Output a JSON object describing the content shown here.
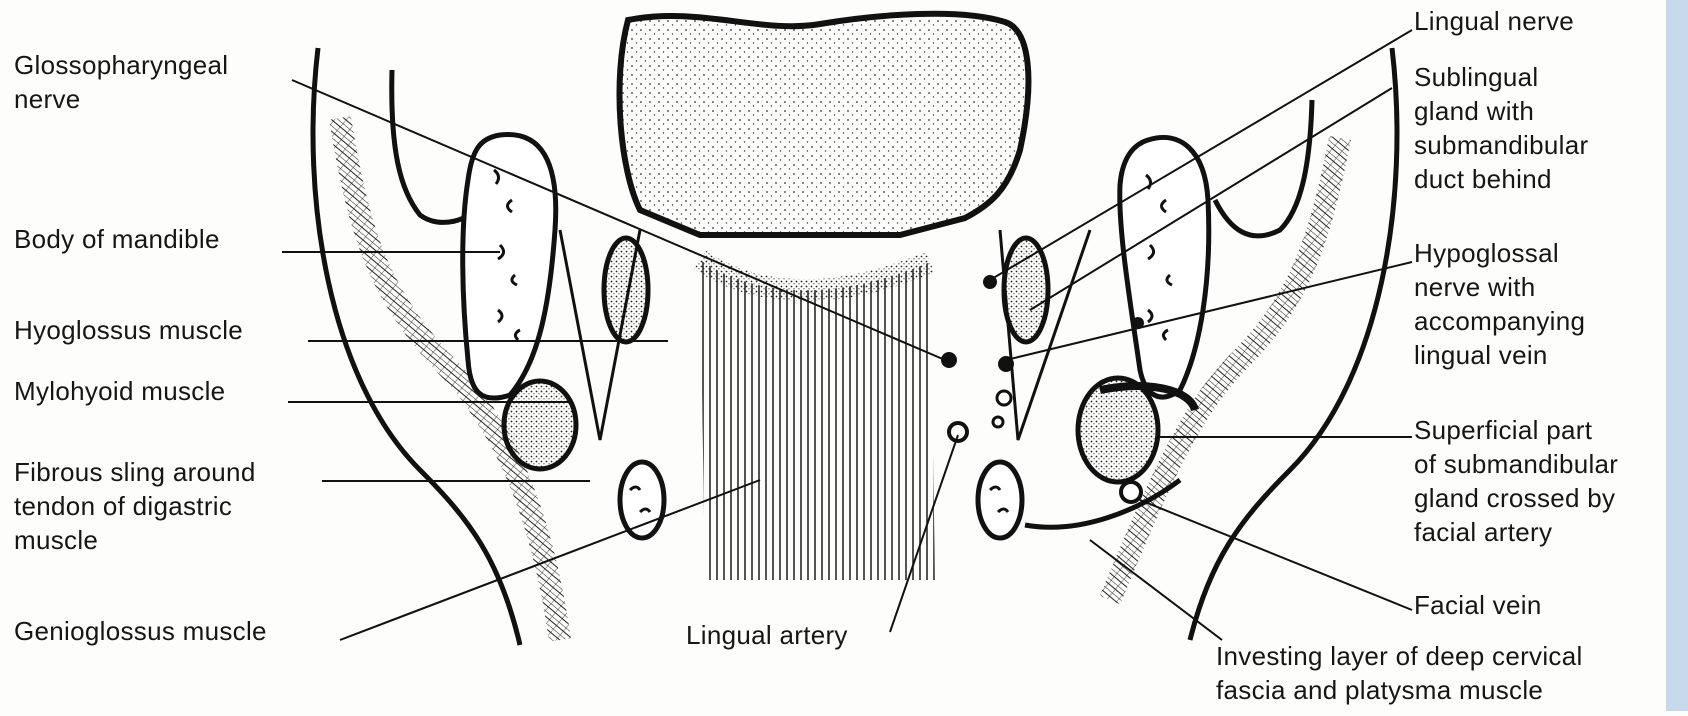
{
  "figure": {
    "labels": {
      "glossopharyngeal": "Glossopharyngeal\nnerve",
      "body_of_mandible": "Body of mandible",
      "hyoglossus": "Hyoglossus muscle",
      "mylohyoid": "Mylohyoid muscle",
      "fibrous_sling": "Fibrous sling around\ntendon of digastric\nmuscle",
      "genioglossus": "Genioglossus muscle",
      "lingual_artery": "Lingual artery",
      "lingual_nerve": "Lingual nerve",
      "sublingual_gland": "Sublingual\ngland with\nsubmandibular\nduct behind",
      "hypoglossal": "Hypoglossal\nnerve with\naccompanying\nlingual vein",
      "superficial_part": "Superficial part\nof submandibular\ngland crossed by\nfacial artery",
      "facial_vein": "Facial vein",
      "investing_layer": "Investing layer of deep cervical\nfascia and platysma muscle"
    }
  },
  "colors": {
    "background": "#fdfdfb",
    "ink": "#161616",
    "side_strip": "#c6d8ea"
  }
}
